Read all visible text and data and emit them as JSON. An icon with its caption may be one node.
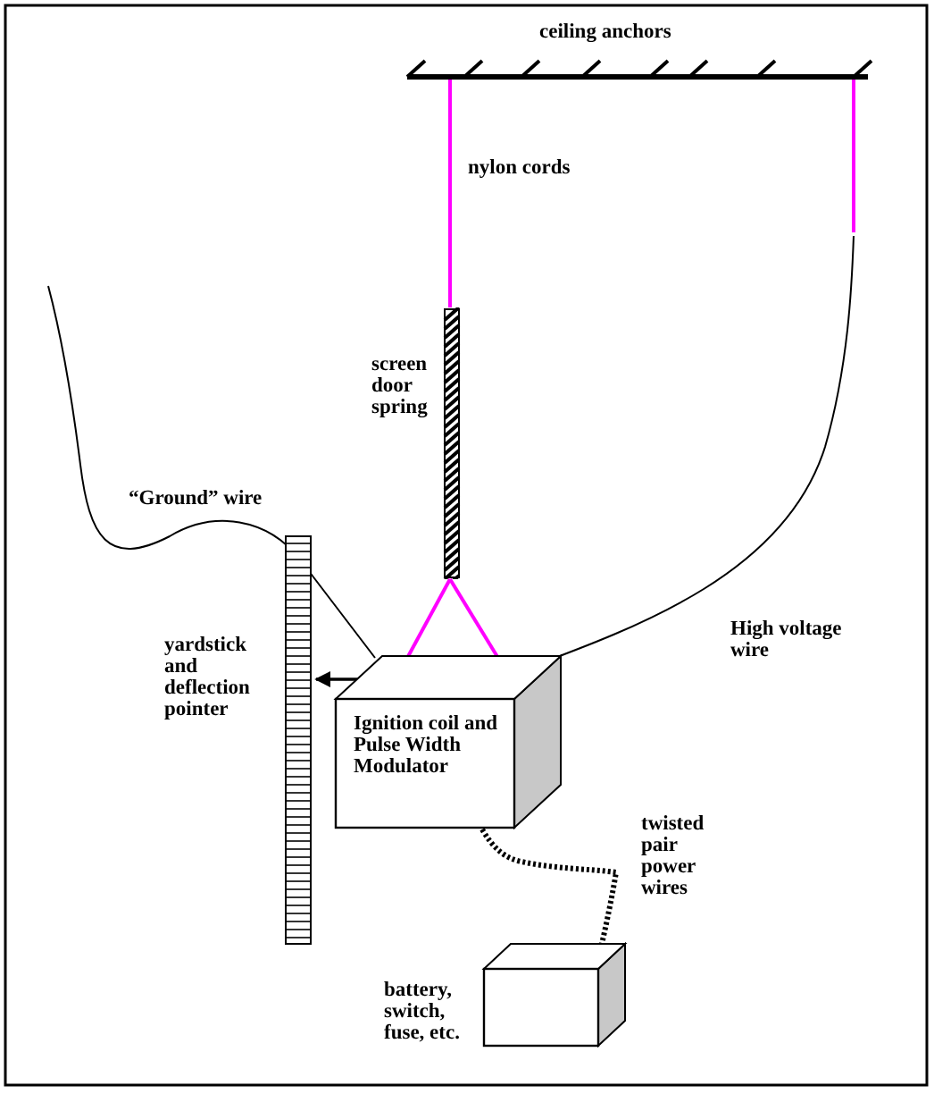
{
  "diagram": {
    "nodes": [
      {
        "text": [
          "Ignition coil and Pulse Width Modulator"
        ]
      },
      {
        "text": [],
        "shape": "box",
        "beside": [
          "battery, switch, fuse, etc."
        ]
      },
      {
        "text": [],
        "shape": "bar",
        "beside": [
          "yardstick and deflection pointer"
        ]
      },
      {
        "text": [],
        "shape": "bar",
        "beside": [
          "screen door spring"
        ]
      },
      {
        "text": [],
        "shape": "bar",
        "beside": [
          "ceiling anchors"
        ]
      }
    ],
    "edges": [
      {
        "from": 0,
        "to": 1,
        "arrow": "none",
        "style": "dashed"
      },
      {
        "from": 0,
        "to": 2,
        "arrow": "to"
      },
      {
        "from": 4,
        "to": 3,
        "arrow": "none",
        "color": "#ff00ff"
      },
      {
        "from": 3,
        "to": 0,
        "arrow": "none",
        "color": "#ff00ff"
      },
      {
        "from": 3,
        "to": 0,
        "arrow": "none",
        "color": "#ff00ff"
      },
      {
        "from": 4,
        "to": null,
        "arrow": "none",
        "color": "#ff00ff"
      },
      {
        "from": 0,
        "to": null,
        "arrow": "none"
      },
      {
        "from": 0,
        "to": null,
        "arrow": "none"
      }
    ],
    "labels": [
      "nylon cords",
      "“Ground” wire",
      "High voltage wire",
      "twisted pair power wires"
    ]
  }
}
